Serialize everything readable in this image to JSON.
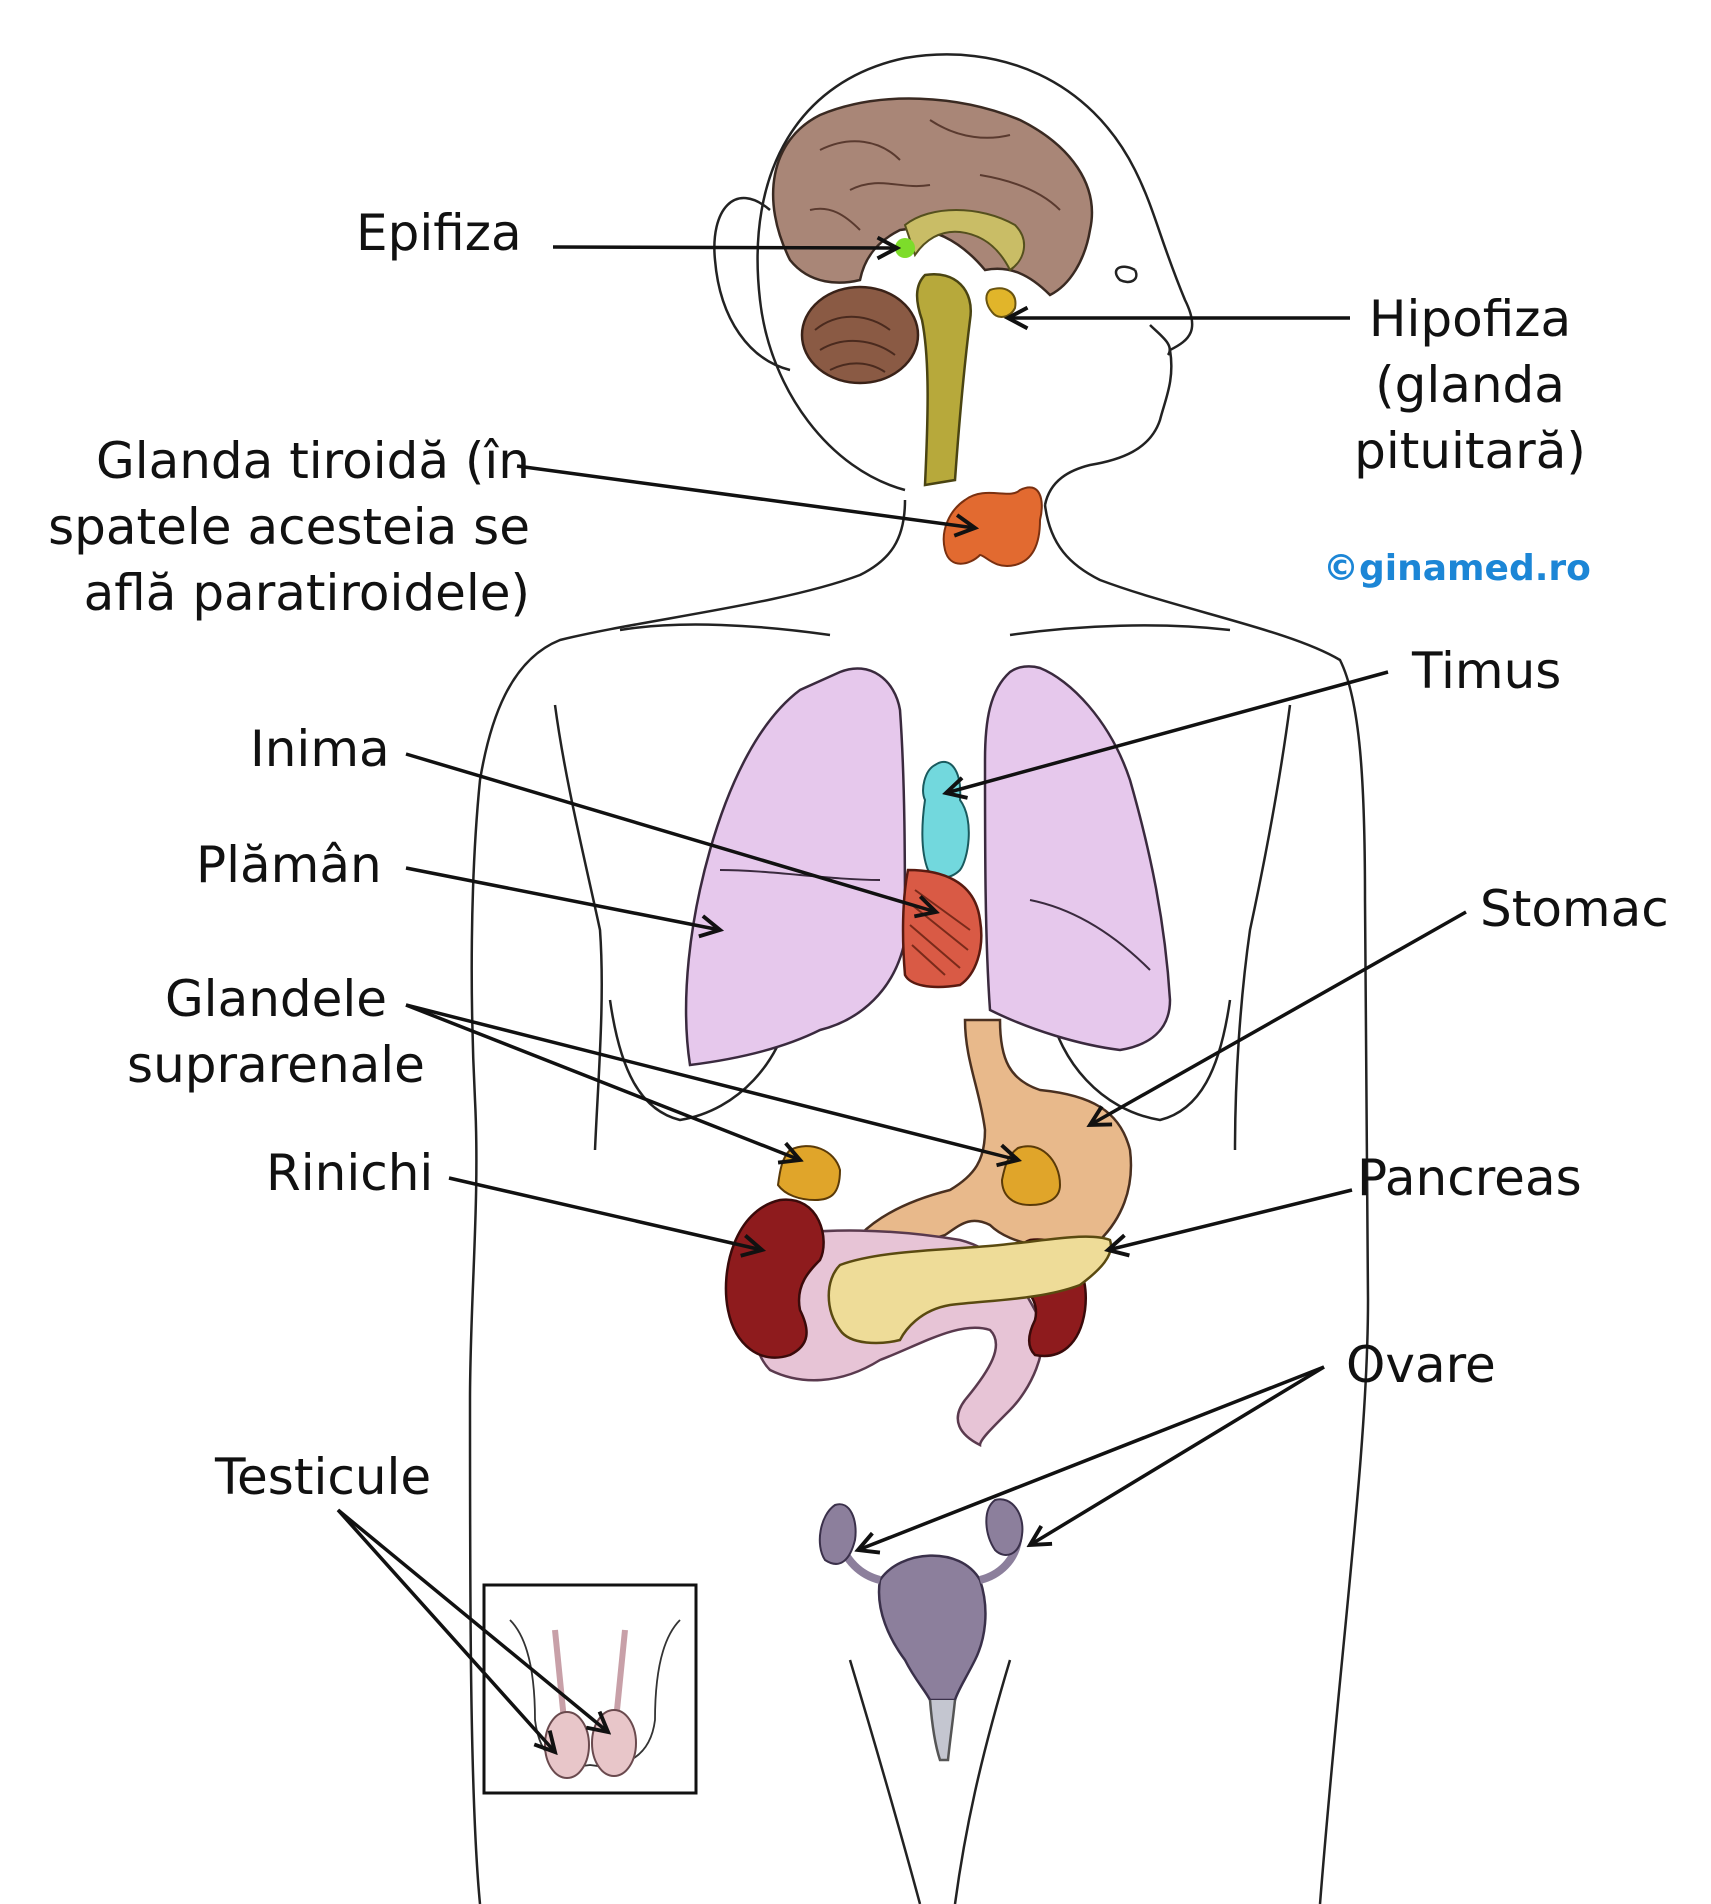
{
  "labels": {
    "epifiza": "Epifiza",
    "hipofiza": "Hipofiza\n(glanda\npituitară)",
    "tiroida": "Glanda tiroidă (în\nspatele acesteia se\naflă paratiroidele)",
    "timus": "Timus",
    "inima": "Inima",
    "plaman": "Plămân",
    "stomac": "Stomac",
    "suprarenale": "Glandele\nsuprarenale",
    "rinichi": "Rinichi",
    "pancreas": "Pancreas",
    "ovare": "Ovare",
    "testicule": "Testicule"
  },
  "watermark": "©ginamed.ro",
  "colors": {
    "brain": "#a98677",
    "cerebellum": "#8a5a44",
    "brainstem": "#b7a93b",
    "pineal": "#7ddc2a",
    "pituitary": "#e1b52a",
    "thyroid": "#e26a30",
    "lungs": "#e6c8ec",
    "thymus": "#72d8dd",
    "heart": "#d95a45",
    "stomach": "#e8b98b",
    "adrenal": "#e0a52a",
    "kidney": "#8e1b1d",
    "pancreas": "#eedc98",
    "intestine": "#e7c4d6",
    "uterus": "#8c7f9c",
    "testis": "#e8c6c9",
    "accent": "#1c86d6"
  }
}
